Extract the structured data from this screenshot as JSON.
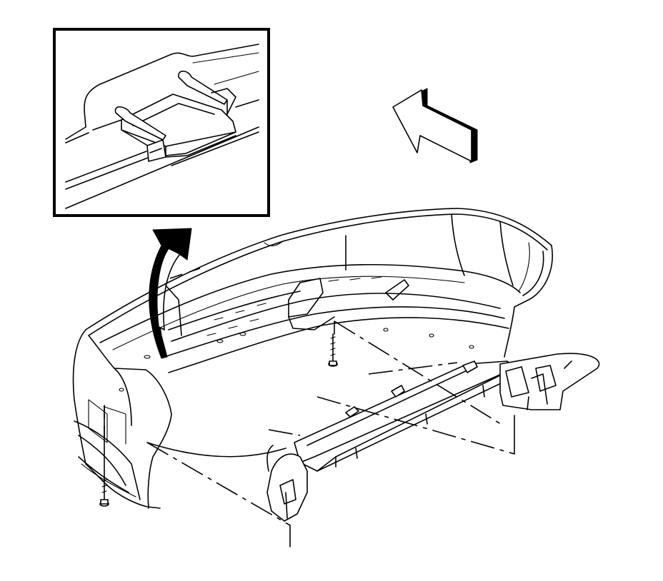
{
  "diagram": {
    "parts": [
      {
        "id": "front-bumper-fascia",
        "icon": "bumper-fascia-icon"
      },
      {
        "id": "inset-clip-detail",
        "icon": "clip-detail-icon"
      },
      {
        "id": "retaining-clips",
        "icon": "clip-icon",
        "count": 3
      },
      {
        "id": "fasteners",
        "icon": "screw-icon",
        "count": 2
      },
      {
        "id": "lift-arrow",
        "icon": "curved-arrow-icon"
      },
      {
        "id": "direction-arrow",
        "icon": "arrow-left-icon"
      }
    ],
    "colors": {
      "line": "#000000",
      "background": "#ffffff"
    }
  }
}
